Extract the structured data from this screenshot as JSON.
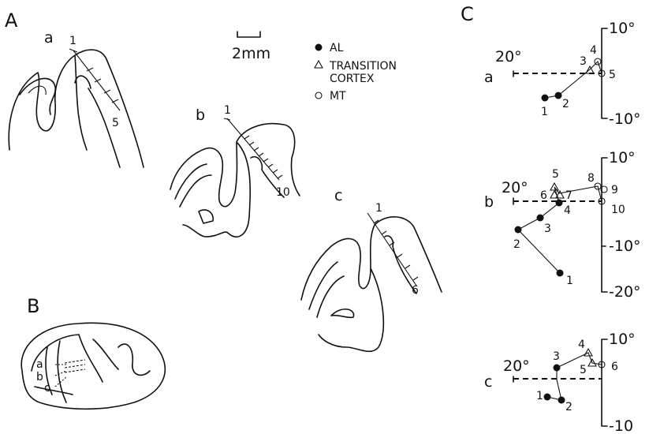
{
  "panels": {
    "A": "A",
    "B": "B",
    "C": "C"
  },
  "scale_bar": "2mm",
  "legend": {
    "al": "AL",
    "transition_1": "TRANSITION",
    "transition_2": "CORTEX",
    "mt": "MT"
  },
  "sections": {
    "a": {
      "label": "a",
      "first": "1",
      "last": "5"
    },
    "b": {
      "label": "b",
      "first": "1",
      "last": "10"
    },
    "c": {
      "label": "c",
      "first": "1",
      "last": "6"
    }
  },
  "panel_b_labels": {
    "a": "a",
    "b": "b",
    "c": "c"
  },
  "field_plots": {
    "a": {
      "label": "a",
      "horiz": "20°",
      "top": "10°",
      "bottom": "-10°",
      "points": [
        "1",
        "2",
        "3",
        "4",
        "5"
      ]
    },
    "b": {
      "label": "b",
      "horiz": "20°",
      "top": "10°",
      "mid": "-10°",
      "bottom": "-20°",
      "points": [
        "1",
        "2",
        "3",
        "4",
        "5",
        "6",
        "7",
        "8",
        "9",
        "10"
      ]
    },
    "c": {
      "label": "c",
      "horiz": "20°",
      "top": "10°",
      "bottom": "-10",
      "points": [
        "1",
        "2",
        "3",
        "4",
        "5",
        "6"
      ]
    }
  },
  "symbol_key": {
    "filled-circle": "AL",
    "open-triangle": "transition cortex",
    "open-circle": "MT"
  }
}
